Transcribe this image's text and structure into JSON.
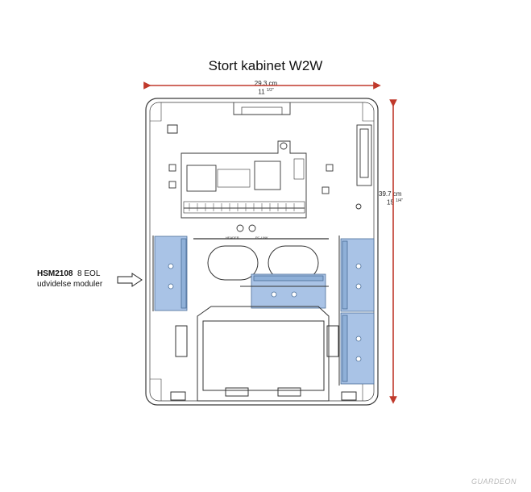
{
  "title": "Stort kabinet W2W",
  "width_dimension": {
    "metric": "29.3 cm",
    "imperial": "11",
    "imperial_fraction": "1/2\""
  },
  "height_dimension": {
    "metric": "39.7 cm",
    "imperial": "15",
    "imperial_fraction": "1/4\""
  },
  "callout": {
    "model": "HSM2108",
    "description_line1": "8 EOL",
    "description_line2": "udvidelse moduler"
  },
  "board_labels": {
    "left": "HEADER",
    "right": "PC-LINK"
  },
  "watermark": "GUARDEON",
  "colors": {
    "arrow": "#c0392b",
    "module": "#a9c3e6",
    "outline": "#3a3a3a"
  }
}
